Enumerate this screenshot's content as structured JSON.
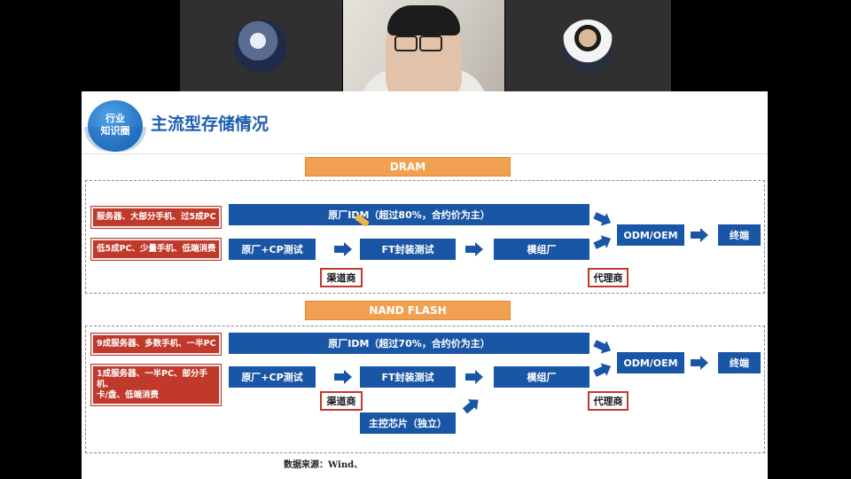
{
  "slide": {
    "logo_line1": "行业",
    "logo_line2": "知识圈",
    "title": "主流型存储情况",
    "source": "数据来源：Wind、"
  },
  "dram": {
    "header": "DRAM",
    "label_top": "服务器、大部分手机、过5成PC",
    "label_bottom": "低5成PC、少量手机、低端消费",
    "idm": "原厂IDM（超过80%，合约价为主）",
    "cp_test": "原厂+CP测试",
    "ft_test": "FT封装测试",
    "module": "模组厂",
    "odm": "ODM/OEM",
    "terminal": "终端",
    "channel": "渠道商",
    "agent": "代理商"
  },
  "nand": {
    "header": "NAND FLASH",
    "label_top": "9成服务器、多数手机、一半PC",
    "label_bottom_line1": "1成服务器、一半PC、部分手机、",
    "label_bottom_line2": "卡/盘、低端消费",
    "idm": "原厂IDM（超过70%，合约价为主）",
    "cp_test": "原厂+CP测试",
    "ft_test": "FT封装测试",
    "module": "模组厂",
    "odm": "ODM/OEM",
    "terminal": "终端",
    "channel": "渠道商",
    "agent": "代理商",
    "controller": "主控芯片（独立）"
  },
  "colors": {
    "accent_blue": "#1a56a6",
    "label_red": "#c0392b",
    "header_orange": "#f0a050"
  }
}
